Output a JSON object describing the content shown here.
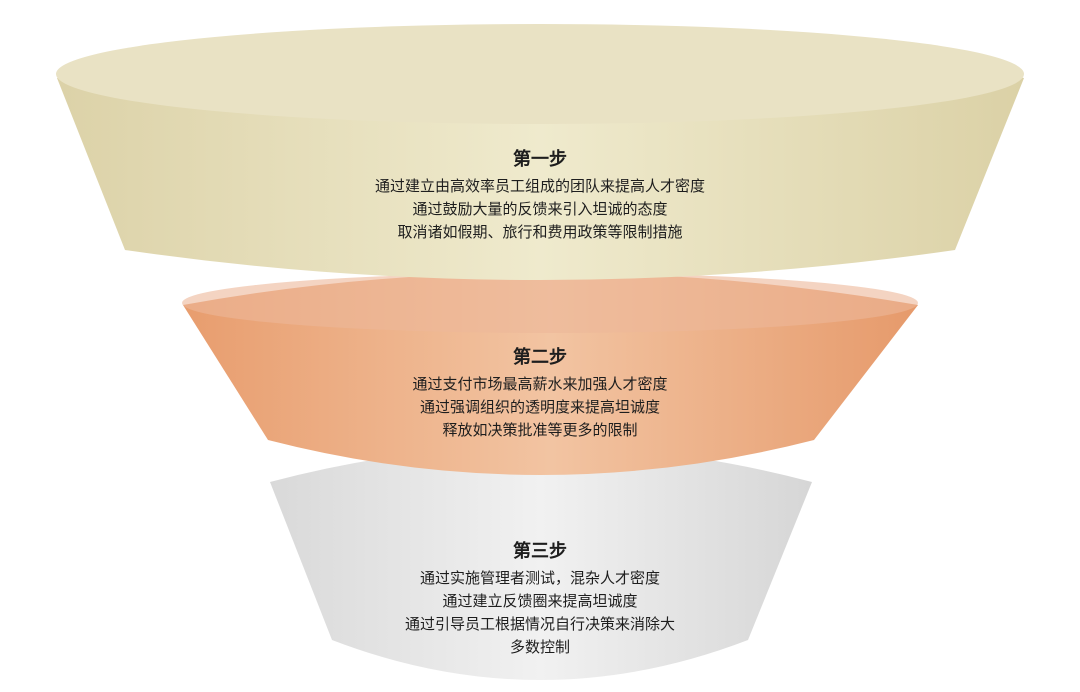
{
  "stages": [
    {
      "title": "第一步",
      "color": "#e6dfc0",
      "lines": [
        "通过建立由高效率员工组成的团队来提高人才密度",
        "通过鼓励大量的反馈来引入坦诚的态度",
        "取消诸如假期、旅行和费用政策等限制措施"
      ]
    },
    {
      "title": "第二步",
      "color": "#ecb089",
      "lines": [
        "通过支付市场最高薪水来加强人才密度",
        "通过强调组织的透明度来提高坦诚度",
        "释放如决策批准等更多的限制"
      ]
    },
    {
      "title": "第三步",
      "color": "#e2e2e2",
      "lines": [
        "通过实施管理者测试，混杂人才密度",
        "通过建立反馈圈来提高坦诚度",
        "通过引导员工根据情况自行决策来消除大",
        "多数控制"
      ]
    }
  ]
}
